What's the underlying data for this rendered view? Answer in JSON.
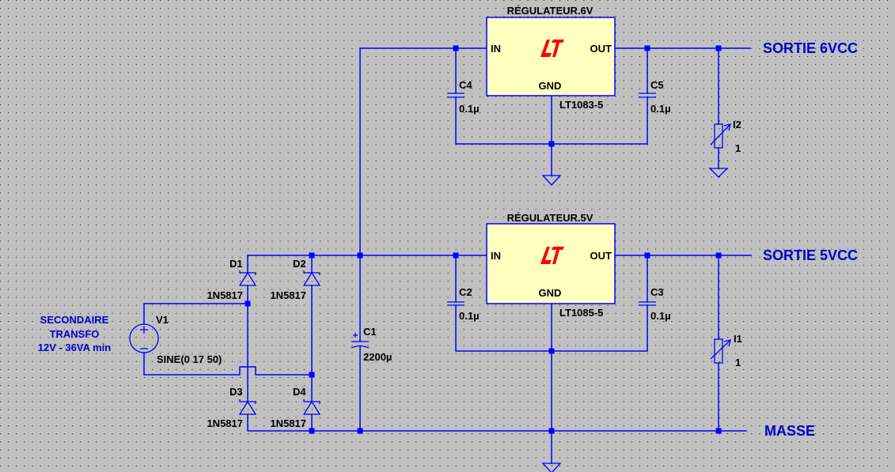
{
  "colors": {
    "background": "#c0c0c0",
    "wire": "#0000ff",
    "ic_fill": "#ffffc0",
    "logo": "#ff0000",
    "net_label": "#0000c8",
    "text": "#000000"
  },
  "regulators": {
    "reg6": {
      "title": "RÉGULATEUR.6V",
      "pin_in": "IN",
      "pin_out": "OUT",
      "pin_gnd": "GND",
      "part": "LT1083-5",
      "logo": "LT"
    },
    "reg5": {
      "title": "RÉGULATEUR.5V",
      "pin_in": "IN",
      "pin_out": "OUT",
      "pin_gnd": "GND",
      "part": "LT1085-5",
      "logo": "LT"
    }
  },
  "capacitors": {
    "C1": {
      "ref": "C1",
      "value": "2200µ",
      "polarized": true
    },
    "C2": {
      "ref": "C2",
      "value": "0.1µ",
      "polarized": false
    },
    "C3": {
      "ref": "C3",
      "value": "0.1µ",
      "polarized": false
    },
    "C4": {
      "ref": "C4",
      "value": "0.1µ",
      "polarized": false
    },
    "C5": {
      "ref": "C5",
      "value": "0.1µ",
      "polarized": false
    }
  },
  "diodes": {
    "D1": {
      "ref": "D1",
      "model": "1N5817"
    },
    "D2": {
      "ref": "D2",
      "model": "1N5817"
    },
    "D3": {
      "ref": "D3",
      "model": "1N5817"
    },
    "D4": {
      "ref": "D4",
      "model": "1N5817"
    }
  },
  "source": {
    "ref": "V1",
    "value": "SINE(0 17 50)"
  },
  "loads": {
    "I1": {
      "ref": "I1",
      "value": "1"
    },
    "I2": {
      "ref": "I2",
      "value": "1"
    }
  },
  "net_labels": {
    "sortie_6v": "SORTIE 6VCC",
    "sortie_5v": "SORTIE 5VCC",
    "masse": "MASSE"
  },
  "comment": {
    "lines": [
      "SECONDAIRE",
      "TRANSFO",
      "12V - 36VA min"
    ]
  }
}
